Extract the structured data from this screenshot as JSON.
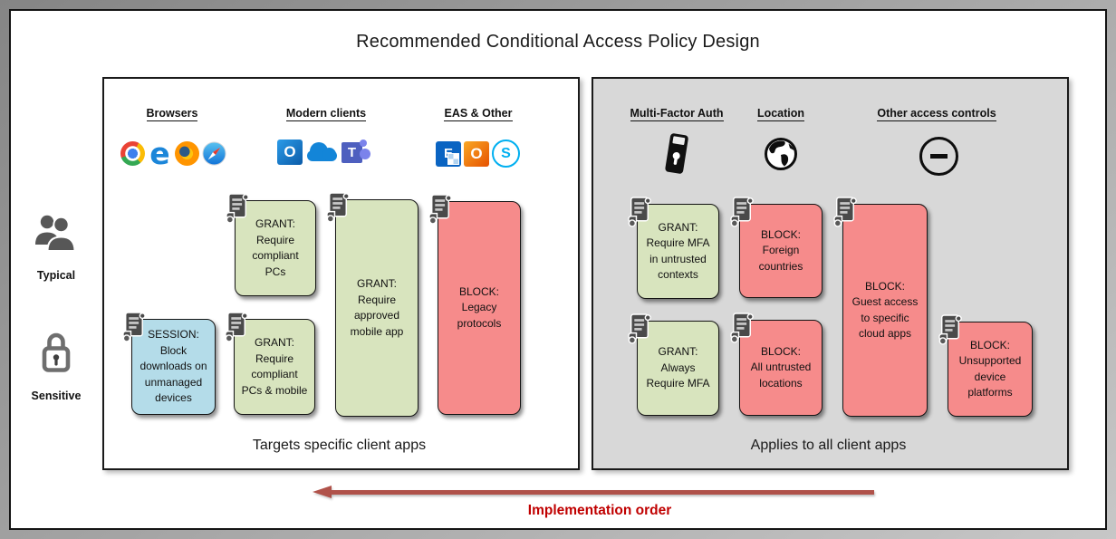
{
  "title": "Recommended Conditional Access Policy Design",
  "colors": {
    "grant": "#D8E4BE",
    "block": "#F68B8B",
    "session": "#B4DCE9",
    "panel_gray": "#D8D8D8",
    "arrow": "#B0524A",
    "arrow_label": "#C00000"
  },
  "row_labels": [
    {
      "label": "Typical",
      "icon": "people-icon"
    },
    {
      "label": "Sensitive",
      "icon": "lock-icon"
    }
  ],
  "left_panel": {
    "caption": "Targets specific client apps",
    "columns": [
      {
        "label": "Browsers",
        "icons": [
          "chrome-icon",
          "edge-icon",
          "firefox-icon",
          "safari-icon"
        ]
      },
      {
        "label": "Modern clients",
        "icons": [
          "outlook-icon",
          "onedrive-icon",
          "teams-icon"
        ]
      },
      {
        "label": "EAS & Other",
        "icons": [
          "exchange-icon",
          "outlook-2013-icon",
          "skype-icon"
        ]
      }
    ],
    "cards": [
      {
        "type": "grant",
        "text": "GRANT:\nRequire\ncompliant\nPCs"
      },
      {
        "type": "session",
        "text": "SESSION:\nBlock\ndownloads on\nunmanaged\ndevices"
      },
      {
        "type": "grant",
        "text": "GRANT:\nRequire\ncompliant\nPCs & mobile"
      },
      {
        "type": "grant",
        "text": "GRANT:\nRequire\napproved\nmobile app"
      },
      {
        "type": "block",
        "text": "BLOCK:\nLegacy\nprotocols"
      }
    ]
  },
  "right_panel": {
    "caption": "Applies to all client apps",
    "columns": [
      {
        "label": "Multi-Factor Auth",
        "icon": "phone-icon"
      },
      {
        "label": "Location",
        "icon": "globe-icon"
      },
      {
        "label": "Other access controls",
        "icon": "no-entry-icon"
      }
    ],
    "cards": [
      {
        "type": "grant",
        "text": "GRANT:\nRequire MFA\nin untrusted\ncontexts"
      },
      {
        "type": "block",
        "text": "BLOCK:\nForeign\ncountries"
      },
      {
        "type": "grant",
        "text": "GRANT:\nAlways\nRequire MFA"
      },
      {
        "type": "block",
        "text": "BLOCK:\nAll untrusted\nlocations"
      },
      {
        "type": "block",
        "text": "BLOCK:\nGuest access\nto specific\ncloud apps"
      },
      {
        "type": "block",
        "text": "BLOCK:\nUnsupported\ndevice\nplatforms"
      }
    ]
  },
  "footer": {
    "arrow_label": "Implementation order"
  }
}
